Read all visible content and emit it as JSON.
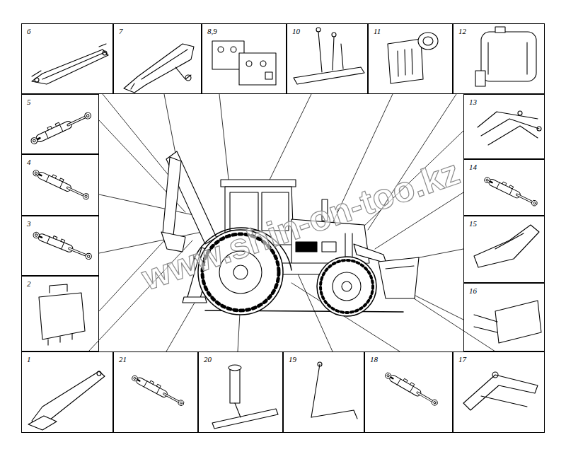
{
  "diagram": {
    "nodes": [
      {
        "text": [
          "6"
        ]
      },
      {
        "text": [
          "7"
        ]
      },
      {
        "text": [
          "8,9"
        ]
      },
      {
        "text": [
          "10"
        ]
      },
      {
        "text": [
          "11"
        ]
      },
      {
        "text": [
          "12"
        ]
      },
      {
        "text": [
          "5"
        ]
      },
      {
        "text": [
          "13"
        ]
      },
      {
        "text": [
          "4"
        ]
      },
      {
        "text": [
          "14"
        ]
      },
      {
        "text": [
          "3"
        ]
      },
      {
        "text": [
          "15"
        ]
      },
      {
        "text": [
          "2"
        ]
      },
      {
        "text": [
          "16"
        ]
      },
      {
        "text": [
          "1"
        ]
      },
      {
        "text": [
          "21"
        ]
      },
      {
        "text": [
          "20"
        ]
      },
      {
        "text": [
          "19"
        ]
      },
      {
        "text": [
          "18"
        ]
      },
      {
        "text": [
          "17"
        ]
      }
    ],
    "labels": [
      "www.shin-on-too.kz"
    ]
  }
}
